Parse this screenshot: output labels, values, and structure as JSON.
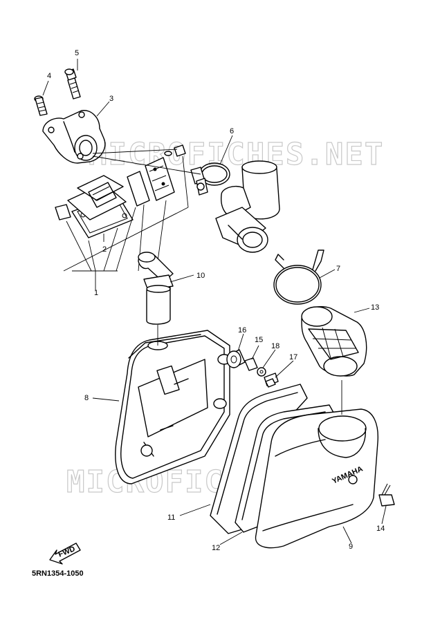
{
  "watermark": "MICROFICHES.NET",
  "diagram_code": "5RN1354-1050",
  "fwd_label": "FWD",
  "brand_label": "YAMAHA",
  "callouts": {
    "c1": "1",
    "c2": "2",
    "c3": "3",
    "c4": "4",
    "c5": "5",
    "c6": "6",
    "c7": "7",
    "c8": "8",
    "c9": "9",
    "c10": "10",
    "c11": "11",
    "c12": "12",
    "c13": "13",
    "c14": "14",
    "c15": "15",
    "c16": "16",
    "c17": "17",
    "c18": "18"
  }
}
